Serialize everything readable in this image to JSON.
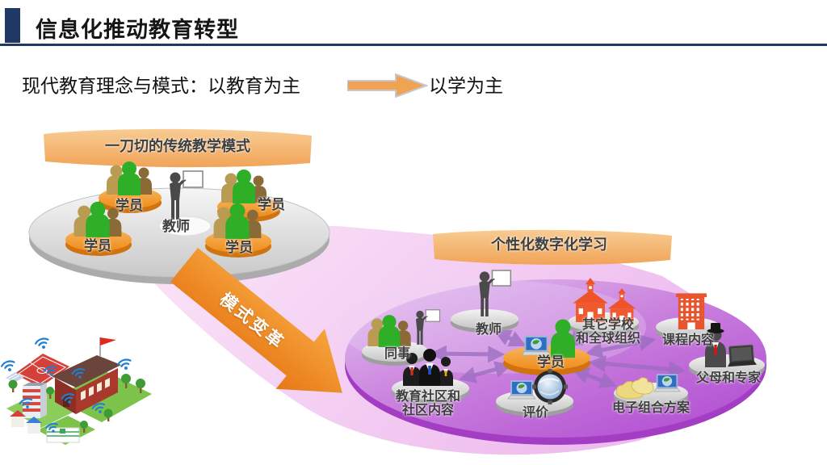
{
  "slide": {
    "title": "信息化推动教育转型",
    "subtitle_left": "现代教育理念与模式：以教育为主",
    "subtitle_right": "以学为主"
  },
  "left_diagram": {
    "banner": "一刀切的传统教学模式",
    "teacher": "教师",
    "students": [
      "学员",
      "学员",
      "学员",
      "学员"
    ]
  },
  "transition": {
    "label": "模式变革"
  },
  "right_diagram": {
    "banner": "个性化数字化学习",
    "hub": "学员",
    "nodes": {
      "teacher": "教师",
      "peers": "同事",
      "community": [
        "教育社区和",
        "社区内容"
      ],
      "evaluation": "评价",
      "other_schools": [
        "其它学校",
        "和全球组织"
      ],
      "course_content": "课程内容",
      "parents_experts": "父母和专家",
      "eportfolio": "电子组合方案"
    }
  },
  "colors": {
    "title_accent": "#1F3864",
    "banner_orange": "#F4AC63",
    "block_arrow_orange": "#EF8E2A",
    "platform_gray": "#D9D9D9",
    "platform_purple": "#B84FD4",
    "swoosh_pink": "#F2C6EF",
    "pad_orange": "#F09425",
    "person_green": "#2FAE28",
    "connector_purple": "#9A6CC0",
    "wifi_blue": "#1F7FD4",
    "flag_red": "#E02A20"
  }
}
